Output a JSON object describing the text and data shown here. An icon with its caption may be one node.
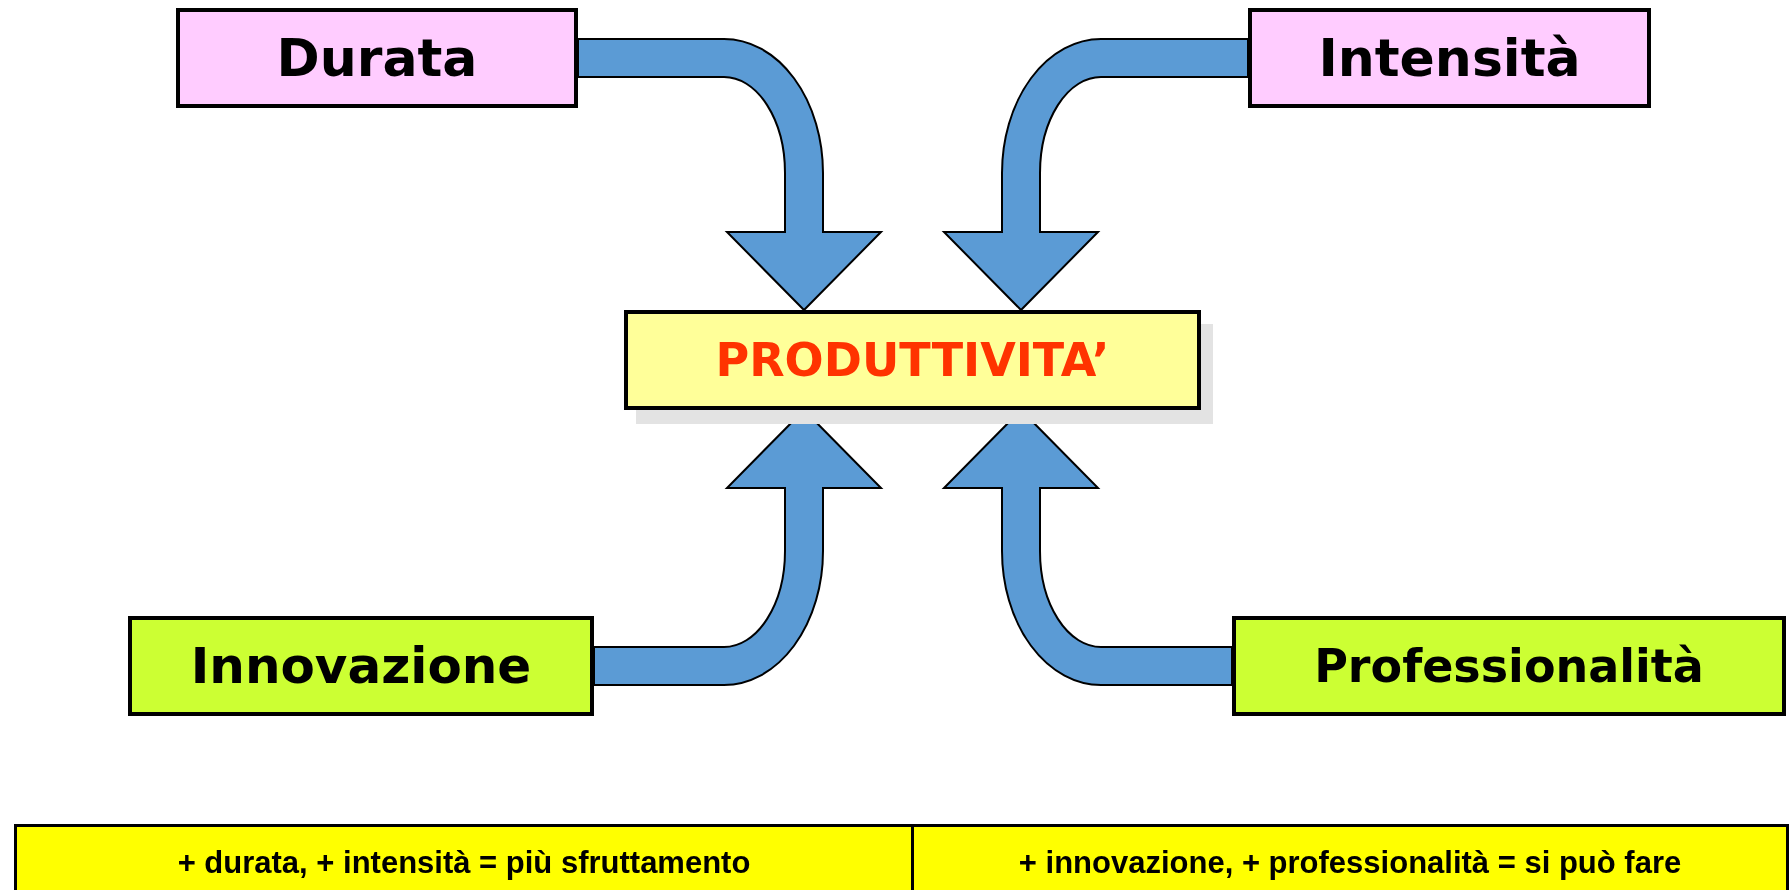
{
  "diagram": {
    "nodes": [
      {
        "text": [
          "Durata"
        ]
      },
      {
        "text": [
          "Intensità"
        ]
      },
      {
        "text": [
          "PRODUTTIVITA’"
        ]
      },
      {
        "text": [
          "Innovazione"
        ]
      },
      {
        "text": [
          "Professionalità"
        ]
      }
    ],
    "edges": [
      {
        "from": 0,
        "to": 2,
        "arrow": "to"
      },
      {
        "from": 1,
        "to": 2,
        "arrow": "to"
      },
      {
        "from": 3,
        "to": 2,
        "arrow": "to"
      },
      {
        "from": 4,
        "to": 2,
        "arrow": "to"
      }
    ],
    "labels": [
      "+ durata, + intensità = più sfruttamento",
      "+ innovazione, + professionalità = si può fare"
    ]
  }
}
